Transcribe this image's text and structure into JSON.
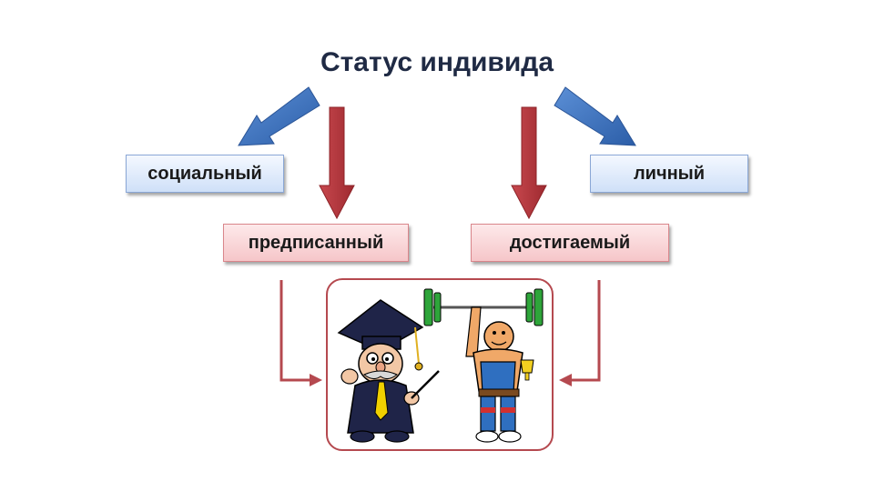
{
  "diagram": {
    "title": "Статус индивида",
    "nodes": {
      "social": "социальный",
      "personal": "личный",
      "ascribed": "предписанный",
      "achieved": "достигаемый"
    }
  },
  "colors": {
    "blue_arrow": "#3d72c0",
    "red_arrow": "#b8393f",
    "connector": "#b5494f"
  },
  "illustration": {
    "icons": [
      "professor-icon",
      "weightlifter-icon"
    ]
  }
}
